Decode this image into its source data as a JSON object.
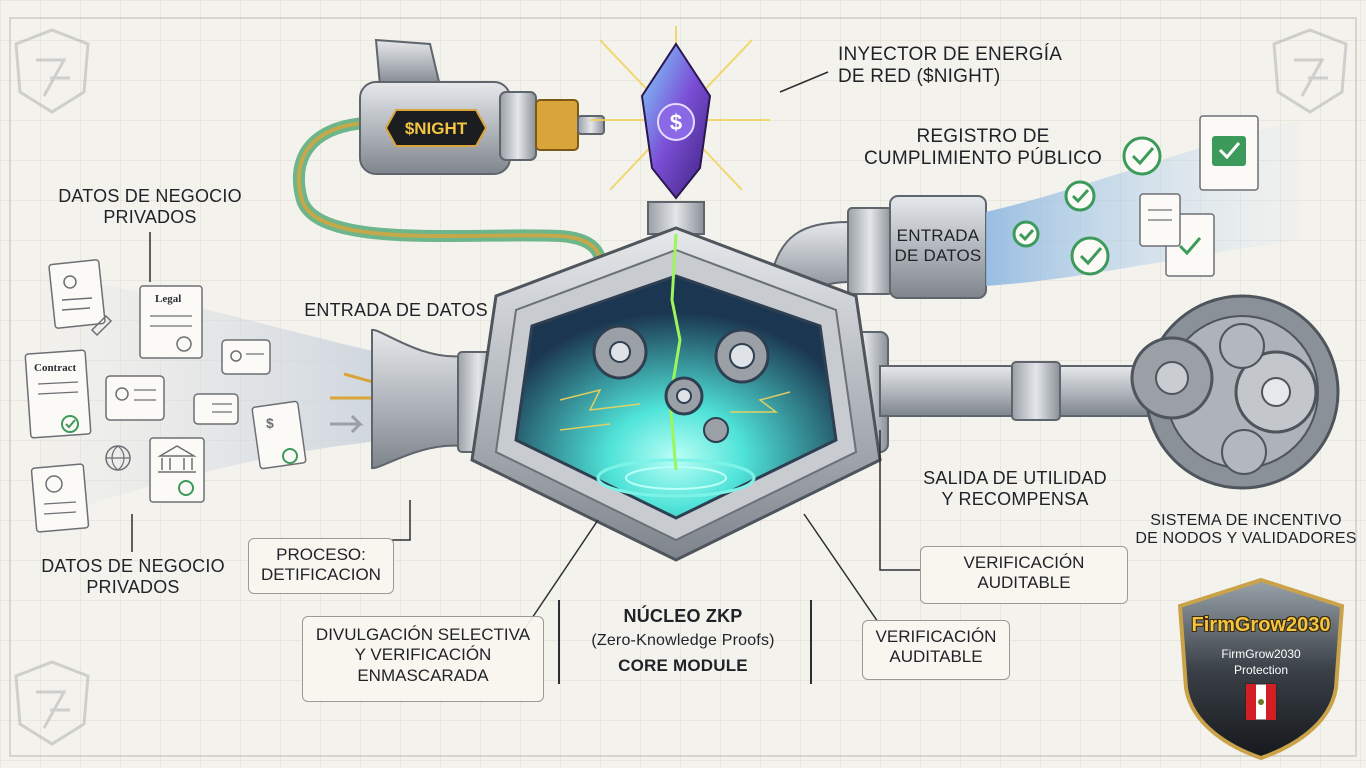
{
  "labels": {
    "private_data_top": "DATOS DE NEGOCIO\nPRIVADOS",
    "private_data_bottom": "DATOS DE NEGOCIO\nPRIVADOS",
    "data_input_left": "ENTRADA DE DATOS",
    "energy_injector": "INYECTOR DE ENERGÍA\nDE RED ($NIGHT)",
    "compliance_registry": "REGISTRO DE\nCUMPLIMIENTO PÚBLICO",
    "data_input_right": "ENTRADA\nDE DATOS",
    "utility_output": "SALIDA DE UTILIDAD\nY RECOMPENSA",
    "incentive_system": "SISTEMA DE INCENTIVO\nDE NODOS Y VALIDADORES",
    "process": "PROCESO:\nDETIFICACION",
    "selective_disclosure": "DIVULGACIÓN SELECTIVA\nY VERIFICACIÓN\nENMASCARADA",
    "core_line1": "NÚCLEO ZKP",
    "core_line2": "(Zero-Knowledge Proofs)",
    "core_line3": "CORE MODULE",
    "auditable_upper": "VERIFICACIÓN\nAUDITABLE",
    "auditable_lower": "VERIFICACIÓN\nAUDITABLE",
    "night_token": "$NIGHT",
    "doc_legal": "Legal",
    "doc_contract": "Contract"
  },
  "badge": {
    "title": "FirmGrow2030",
    "line1": "FirmGrow2030",
    "line2": "Protection"
  },
  "colors": {
    "metal": "#b9bec4",
    "metal_dark": "#6b7178",
    "gold": "#d9a53a",
    "pipe_green": "#6db58a",
    "crystal": "#7b4fd6",
    "core_glow": "#4fe3d8",
    "check_green": "#3c9a5b",
    "flow_blue": "#8fb8e0",
    "peru_red": "#d21f26"
  }
}
